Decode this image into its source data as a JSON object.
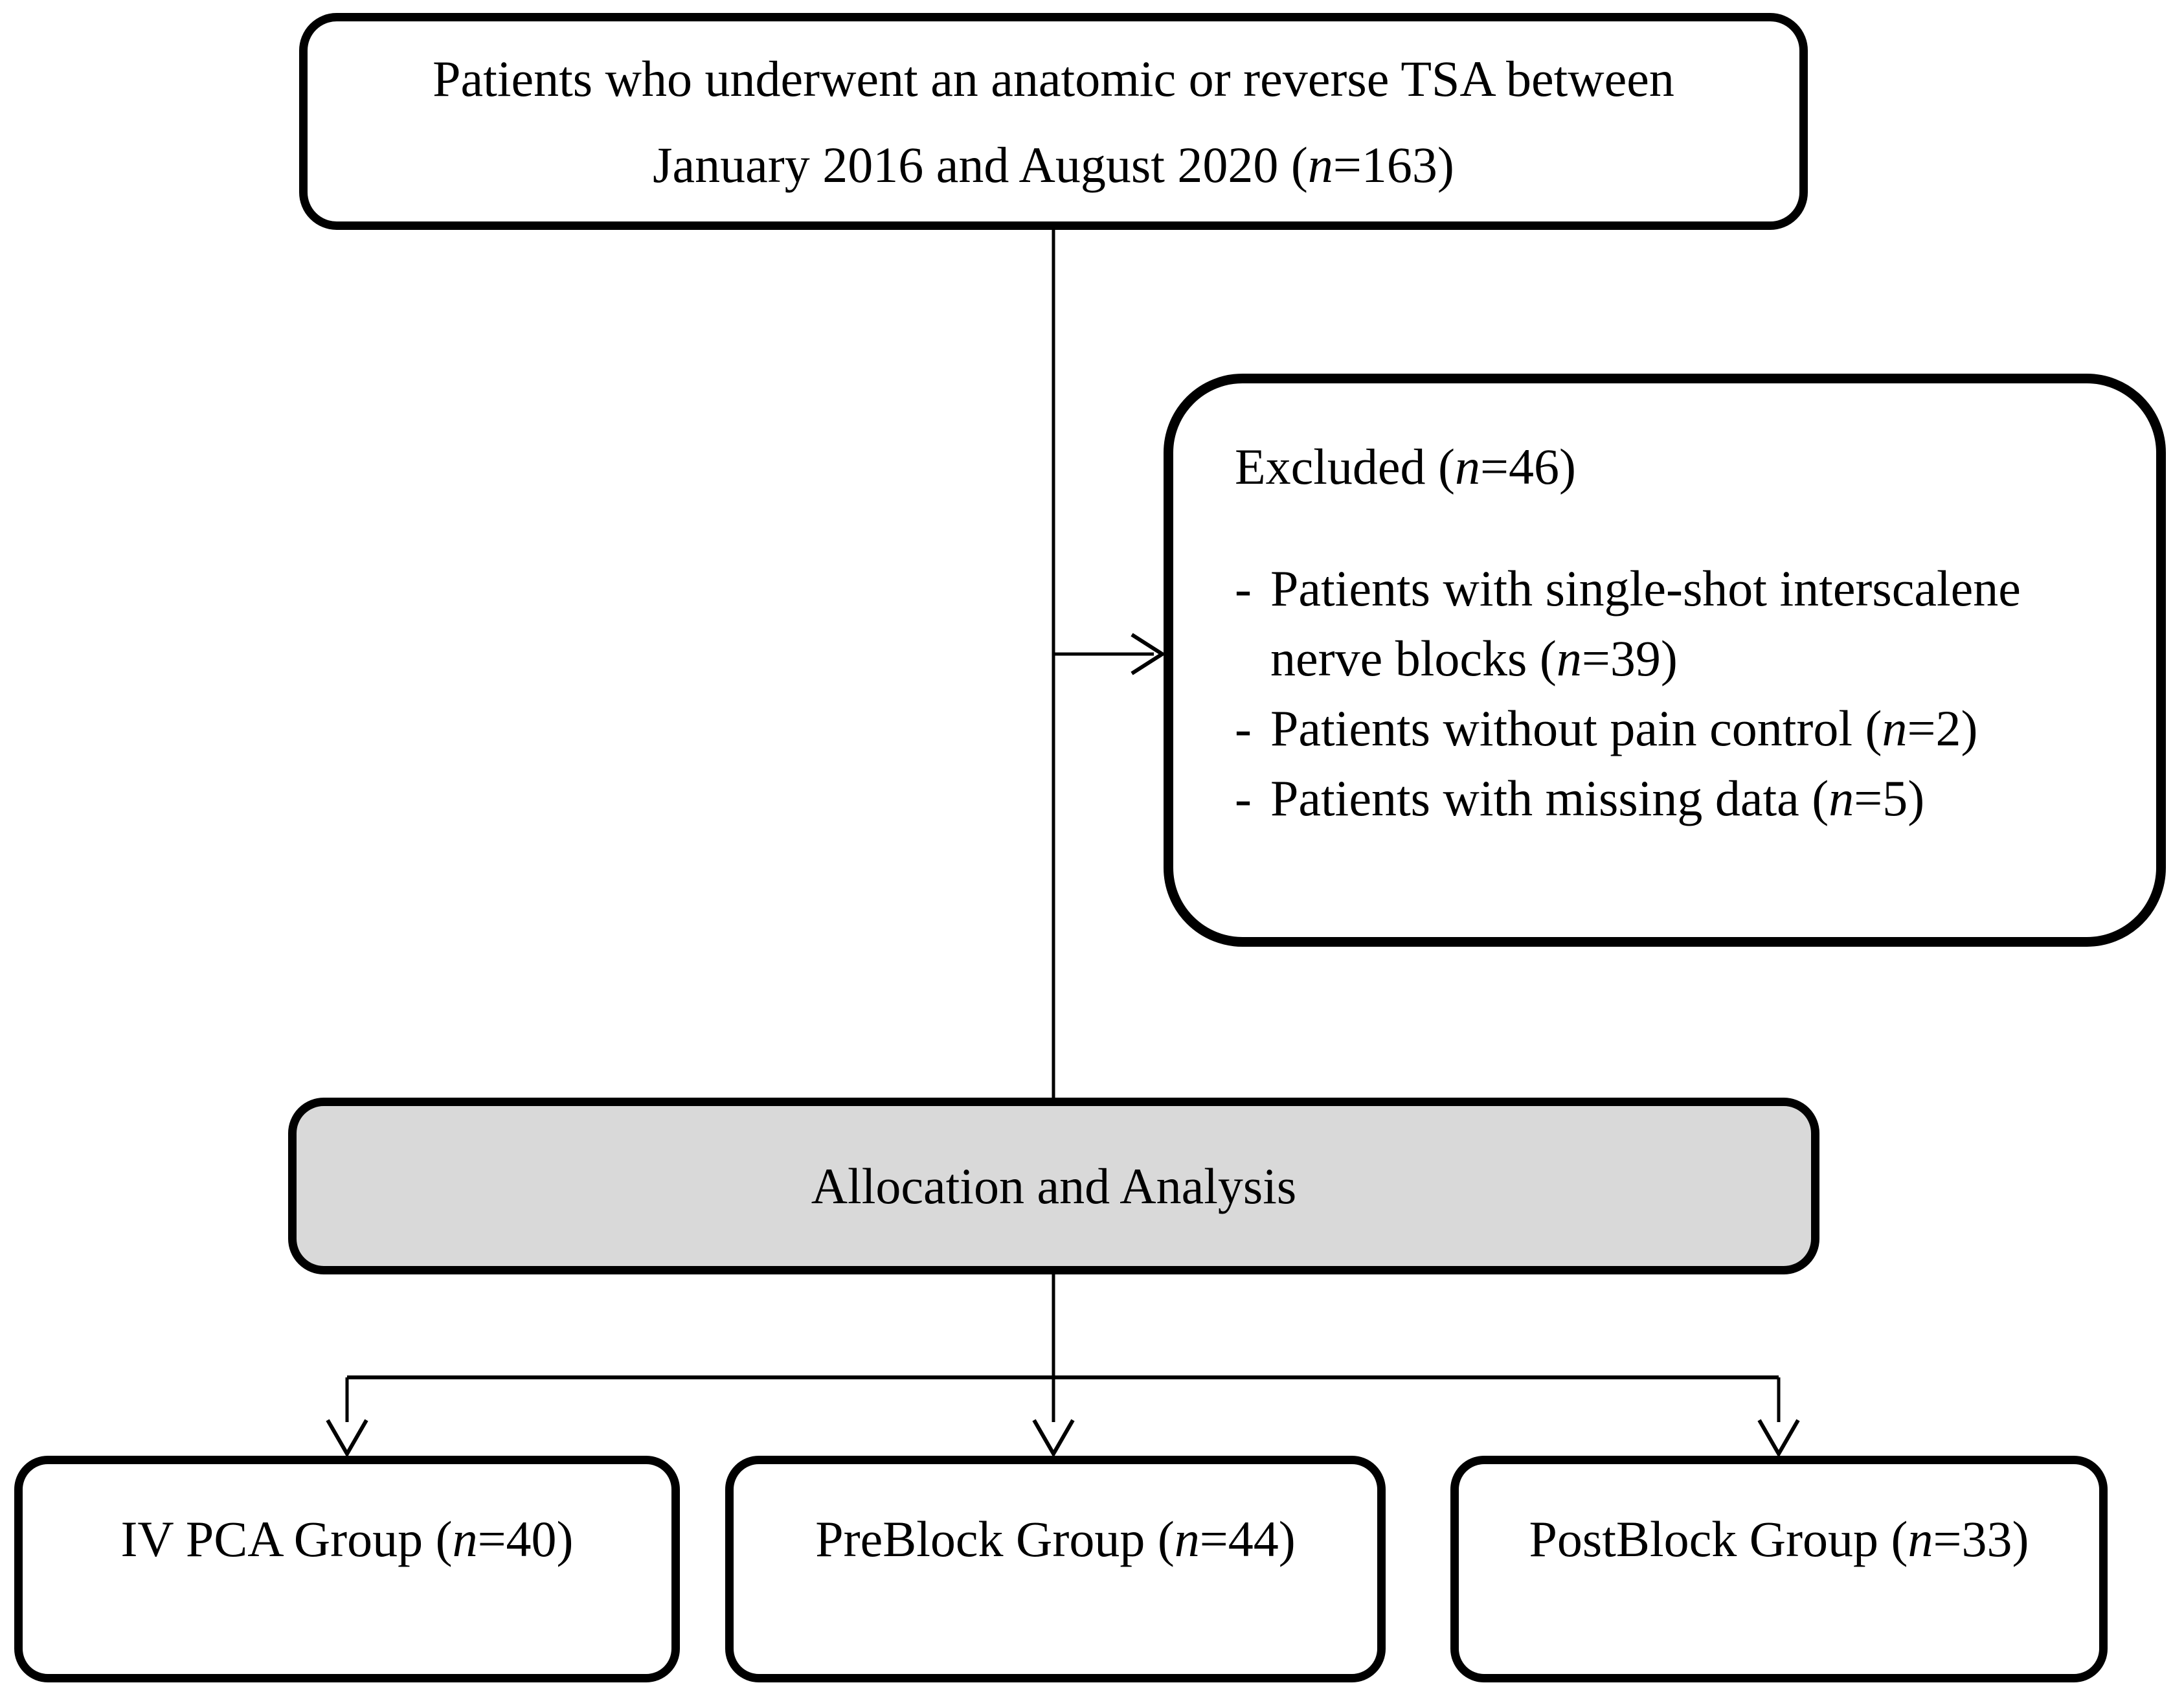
{
  "colors": {
    "background": "#ffffff",
    "box_border": "#000000",
    "allocation_fill": "#d9d9d9",
    "text": "#000000"
  },
  "top_box": {
    "line1": "Patients who underwent an anatomic or reverse TSA between",
    "line2": {
      "prefix": "January 2016 and August 2020 (",
      "n": "n",
      "suffix": "=163)"
    }
  },
  "excluded_box": {
    "title": {
      "prefix": "Excluded (",
      "n": "n",
      "suffix": "=46)"
    },
    "items": [
      {
        "bullet": "-",
        "prefix": "Patients with single-shot interscalene nerve blocks (",
        "n": "n",
        "suffix": "=39)"
      },
      {
        "bullet": "-",
        "prefix": "Patients without pain control (",
        "n": "n",
        "suffix": "=2)"
      },
      {
        "bullet": "-",
        "prefix": "Patients with missing data (",
        "n": "n",
        "suffix": "=5)"
      }
    ]
  },
  "allocation_box": {
    "label": "Allocation and Analysis"
  },
  "group_boxes": [
    {
      "prefix": "IV PCA Group (",
      "n": "n",
      "suffix": "=40)"
    },
    {
      "prefix": "PreBlock Group (",
      "n": "n",
      "suffix": "=44)"
    },
    {
      "prefix": "PostBlock Group (",
      "n": "n",
      "suffix": "=33)"
    }
  ]
}
